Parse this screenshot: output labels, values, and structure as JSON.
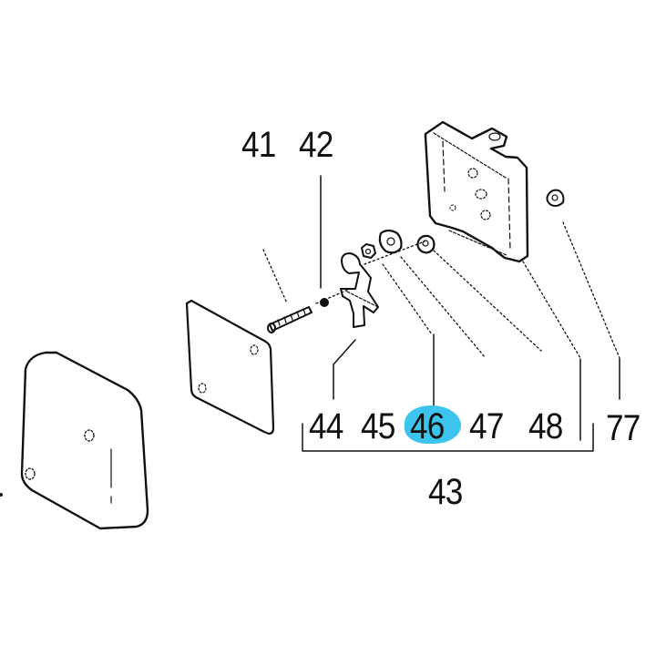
{
  "diagram": {
    "type": "exploded-parts-diagram",
    "highlight_color": "#3cc4ee",
    "highlighted_part": "46",
    "labels": {
      "p41": "41",
      "p42": "42",
      "p43": "43",
      "p44": "44",
      "p45": "45",
      "p46": "46",
      "p47": "47",
      "p48": "48",
      "p77": "77"
    },
    "group": {
      "label": "43",
      "members": [
        "44",
        "45",
        "46",
        "47",
        "48"
      ]
    }
  }
}
